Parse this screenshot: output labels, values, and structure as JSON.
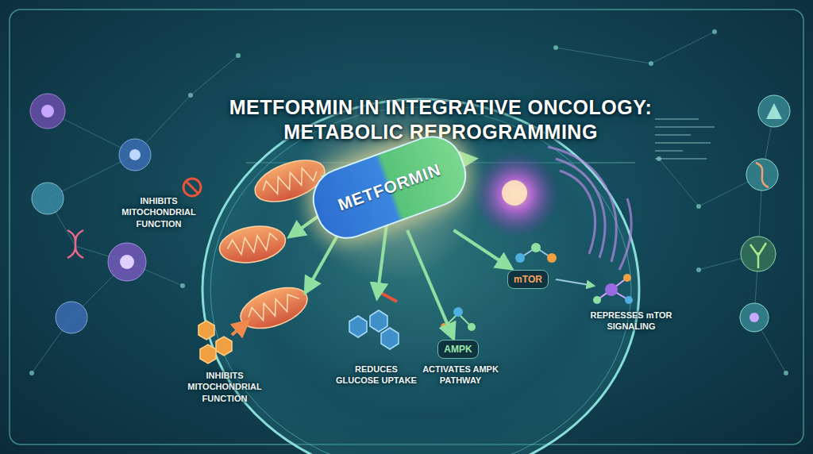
{
  "diagram": {
    "title": "METFORMIN IN INTEGRATIVE ONCOLOGY: METABOLIC REPROGRAMMING",
    "nodes": [
      {
        "text": [
          "METFORMIN"
        ]
      },
      {
        "text": [
          "mTOR"
        ]
      },
      {
        "text": [
          "AMPK"
        ]
      }
    ],
    "edges": [
      {
        "from": 0,
        "to": 1,
        "arrow": "to"
      },
      {
        "from": 0,
        "to": 2,
        "arrow": "to"
      }
    ],
    "labels": [
      "INHIBITS MITOCHONDRIAL FUNCTION",
      "INHIBITS MITOCHONDRIAL FUNCTION",
      "REDUCES GLUCOSE UPTAKE",
      "ACTIVATES AMPK PATHWAY",
      "REPRESSES mTOR SIGNALING"
    ]
  }
}
